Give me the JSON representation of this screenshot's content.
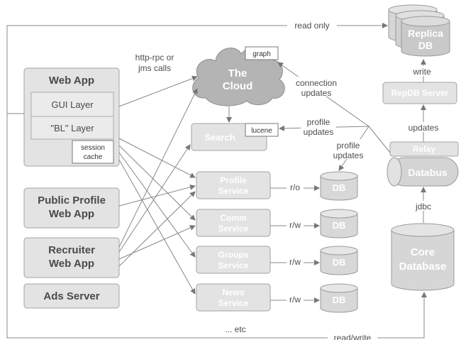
{
  "labels": {
    "read_only": "read only",
    "read_write": "read/write",
    "http_rpc_1": "http-rpc or",
    "http_rpc_2": "jms calls",
    "connection_updates_1": "connection",
    "connection_updates_2": "updates",
    "profile_updates_a_1": "profile",
    "profile_updates_a_2": "updates",
    "profile_updates_b_1": "profile",
    "profile_updates_b_2": "updates",
    "write": "write",
    "updates": "updates",
    "jdbc": "jdbc",
    "ro": "r/o",
    "rw1": "r/w",
    "rw2": "r/w",
    "rw3": "r/w",
    "etc": "... etc"
  },
  "web_app": {
    "title": "Web App",
    "gui_layer": "GUI Layer",
    "bl_layer": "\"BL\" Layer",
    "session_cache_1": "session",
    "session_cache_2": "cache"
  },
  "public_profile": {
    "line1": "Public Profile",
    "line2": "Web App"
  },
  "recruiter": {
    "line1": "Recruiter",
    "line2": "Web App"
  },
  "ads_server": "Ads Server",
  "cloud": {
    "line1": "The",
    "line2": "Cloud",
    "graph_tag": "graph"
  },
  "search": {
    "label": "Search",
    "lucene_tag": "lucene"
  },
  "services": [
    {
      "line1": "Profile",
      "line2": "Service",
      "db": "DB"
    },
    {
      "line1": "Comm",
      "line2": "Service",
      "db": "DB"
    },
    {
      "line1": "Groups",
      "line2": "Service",
      "db": "DB"
    },
    {
      "line1": "News",
      "line2": "Service",
      "db": "DB"
    }
  ],
  "replica_db": {
    "line1": "Replica",
    "line2": "DB"
  },
  "repdb_server": "RepDB Server",
  "relay": "Relay",
  "databus": "Databus",
  "core_db": {
    "line1": "Core",
    "line2": "Database"
  }
}
